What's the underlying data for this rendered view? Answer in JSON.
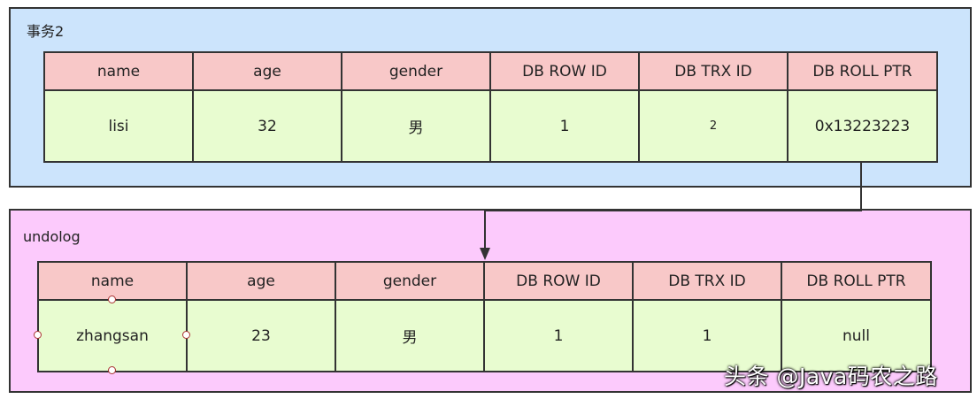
{
  "columns": [
    "name",
    "age",
    "gender",
    "DB ROW ID",
    "DB TRX ID",
    "DB ROLL PTR"
  ],
  "transaction_panel": {
    "title": "事务2",
    "color": "#cce4fc",
    "row": [
      "lisi",
      "32",
      "男",
      "1",
      "2",
      "0x13223223"
    ]
  },
  "undolog_panel": {
    "title": "undolog",
    "color": "#fccafc",
    "row": [
      "zhangsan",
      "23",
      "男",
      "1",
      "1",
      "null"
    ]
  },
  "watermark": "头条 @Java码农之路"
}
